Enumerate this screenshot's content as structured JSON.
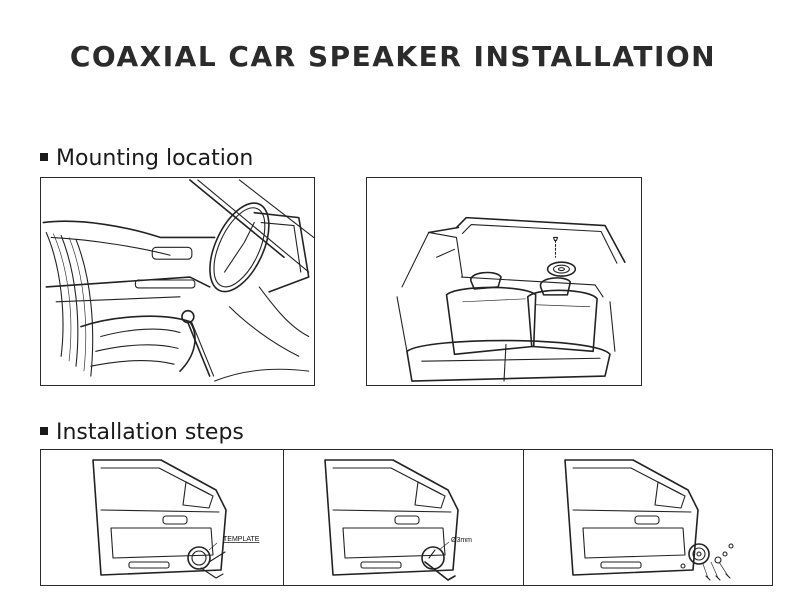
{
  "document": {
    "title": "COAXIAL CAR SPEAKER INSTALLATION"
  },
  "sections": {
    "mounting": {
      "label": "Mounting location"
    },
    "steps": {
      "label": "Installation steps"
    }
  },
  "steps": {
    "step1_label": "TEMPLATE",
    "step2_label": "Ø3mm"
  }
}
